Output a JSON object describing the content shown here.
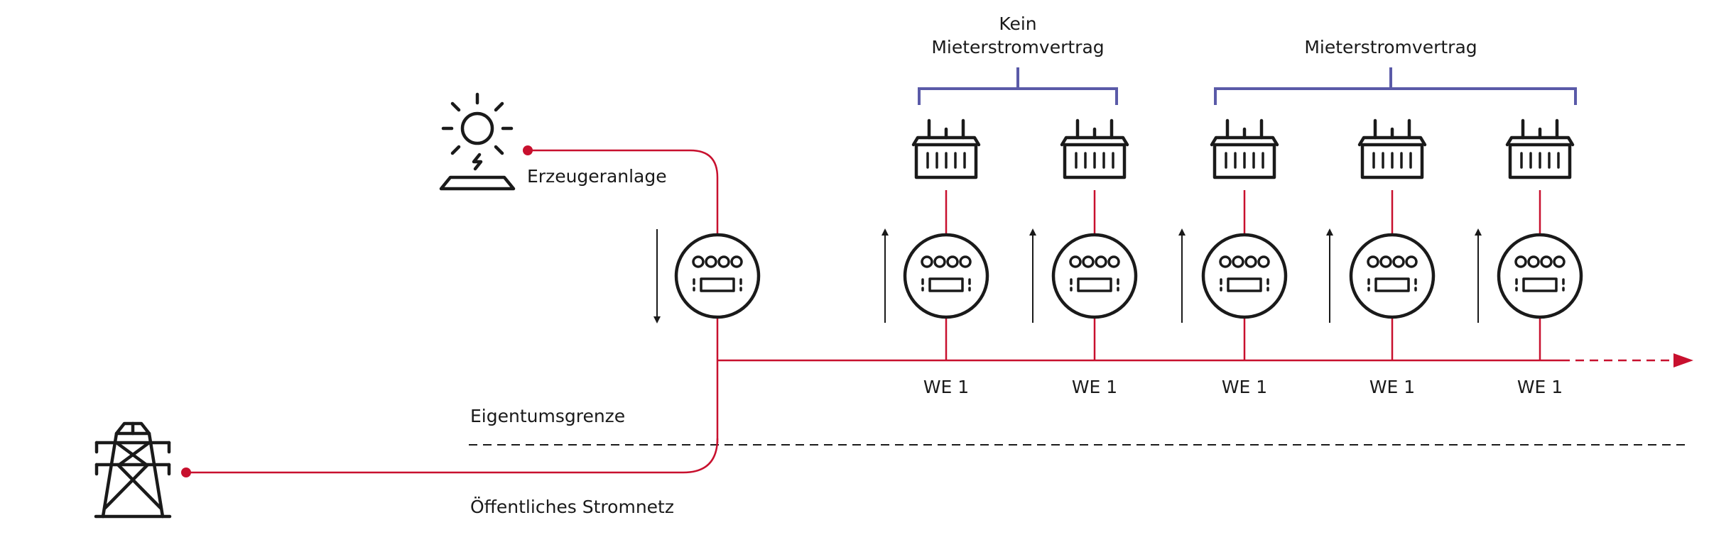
{
  "generator": {
    "label": "Erzeugeranlage",
    "icon": "solar-panel-icon"
  },
  "grid": {
    "label": "Öffentliches Stromnetz",
    "icon": "power-pylon-icon"
  },
  "boundary": {
    "label": "Eigentumsgrenze"
  },
  "brackets": [
    {
      "line1": "Kein",
      "line2": "Mieterstromvertrag"
    },
    {
      "line1": "",
      "line2": "Mieterstromvertrag"
    }
  ],
  "units": [
    {
      "label": "WE 1"
    },
    {
      "label": "WE 1"
    },
    {
      "label": "WE 1"
    },
    {
      "label": "WE 1"
    },
    {
      "label": "WE 1"
    }
  ],
  "colors": {
    "line": "#c8102e",
    "bracket": "#5a5aa8",
    "icon": "#1a1a1a"
  }
}
